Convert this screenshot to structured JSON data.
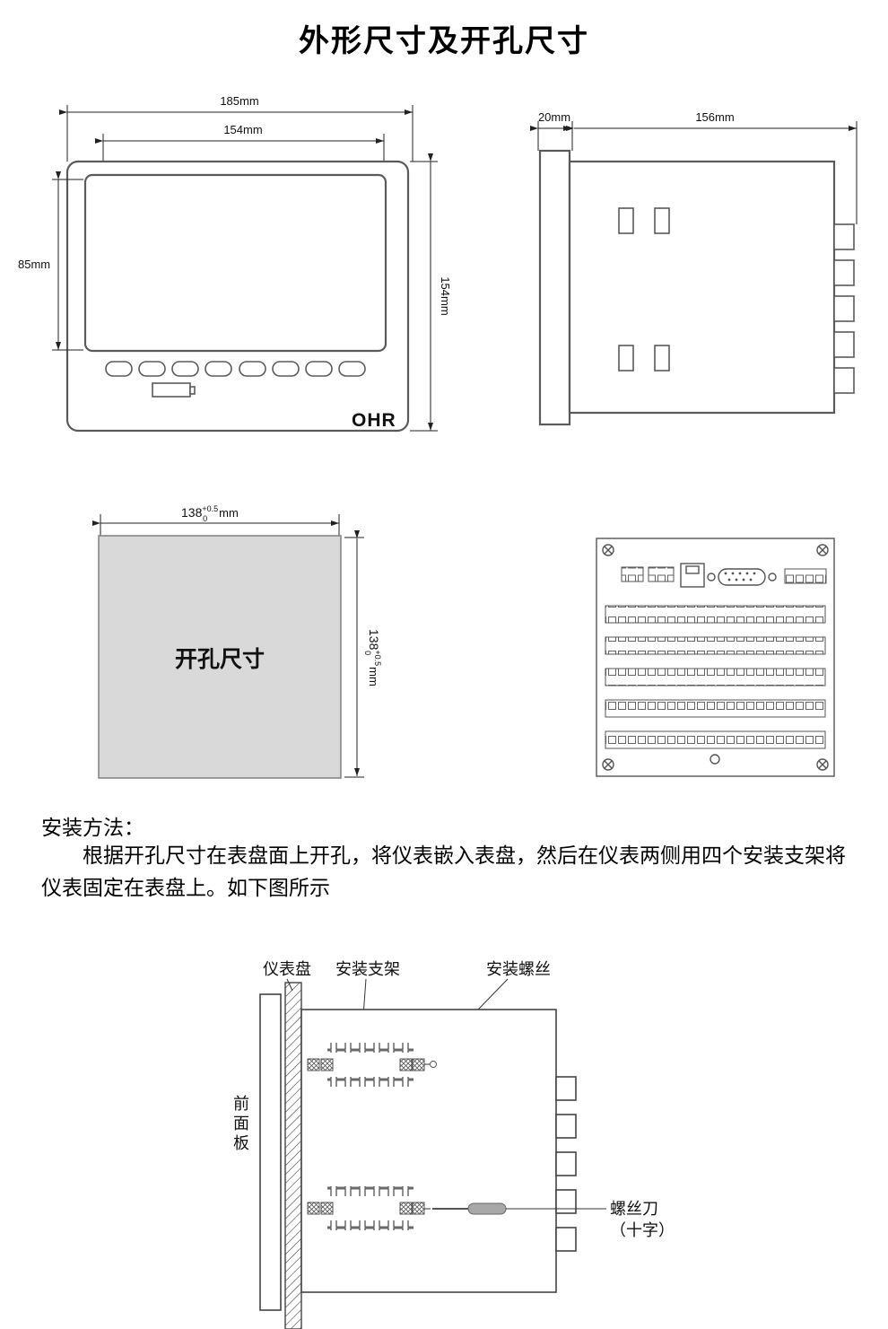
{
  "title": "外形尺寸及开孔尺寸",
  "front": {
    "dim_outer_w": "185mm",
    "dim_screen_w": "154mm",
    "dim_screen_h": "85mm",
    "dim_outer_h": "154mm",
    "logo": "OHR"
  },
  "side": {
    "dim_bezel": "20mm",
    "dim_depth": "156mm"
  },
  "cutout": {
    "label": "开孔尺寸",
    "dim": {
      "value": "138",
      "sup": "+0.5",
      "sub": "0",
      "unit": "mm"
    }
  },
  "install": {
    "heading": "安装方法：",
    "paragraph": "根据开孔尺寸在表盘面上开孔，将仪表嵌入表盘，然后在仪表两侧用四个安装支架将仪表固定在表盘上。如下图所示",
    "labels": {
      "panel": "仪表盘",
      "bracket": "安装支架",
      "screw": "安装螺丝",
      "front_panel": "前面板",
      "screwdriver": "螺丝刀",
      "screwdriver_type": "（十字）"
    }
  }
}
